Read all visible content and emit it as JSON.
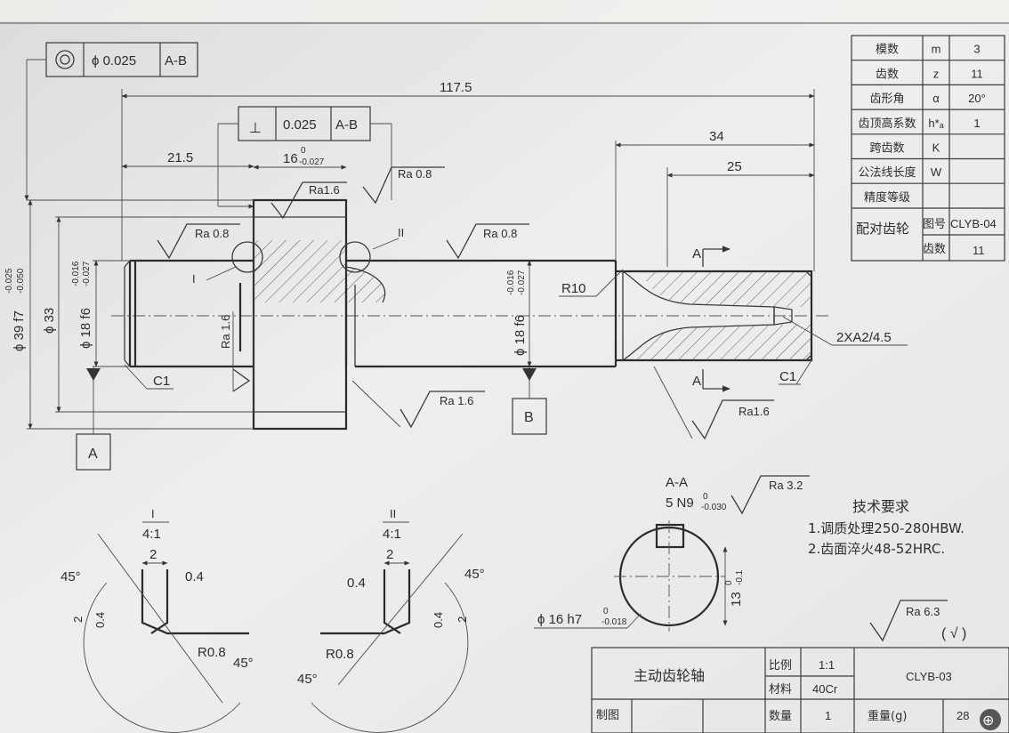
{
  "datums": {
    "a": "A",
    "b": "B"
  },
  "gdt": {
    "concentricity": {
      "value": "ϕ 0.025",
      "datum": "A-B"
    },
    "perpendicularity": {
      "symbol": "⊥",
      "value": "0.025",
      "datum": "A-B"
    }
  },
  "dims": {
    "total_len": "117.5",
    "d21_5": "21.5",
    "d16": "16",
    "d16_tol_up": "0",
    "d16_tol_lo": "-0.027",
    "d34": "34",
    "d25": "25",
    "dia39": "ϕ 39 f7",
    "dia39_tol_up": "-0.025",
    "dia39_tol_lo": "-0.050",
    "dia33": "ϕ 33",
    "dia18a": "ϕ 18 f6",
    "dia18a_tol_up": "-0.016",
    "dia18a_tol_lo": "-0.027",
    "dia18b": "ϕ 18 f6",
    "dia18b_tol_up": "-0.016",
    "dia18b_tol_lo": "-0.027",
    "r10": "R10",
    "center_hole": "2XA2/4.5",
    "c1_left": "C1",
    "c1_right": "C1",
    "label_i": "I",
    "label_ii": "II",
    "aa_arrow_top": "A",
    "aa_arrow_bot": "A"
  },
  "roughness": {
    "r1": "Ra1.6",
    "r2": "Ra 0.8",
    "r3": "Ra 0.8",
    "r4": "Ra 0.8",
    "r5": "Ra 1.6",
    "r6": "Ra 1.6",
    "r7": "Ra1.6",
    "r8": "Ra 3.2",
    "general": "Ra 6.3",
    "general_paren": "( √ )"
  },
  "detail_i": {
    "label": "I",
    "scale": "4:1",
    "dim_top": "2",
    "dim_fillet": "0.4",
    "dim_side": "2",
    "dim_side2": "0.4",
    "angle_a": "45°",
    "angle_b": "45°",
    "radius": "R0.8"
  },
  "detail_ii": {
    "label": "II",
    "scale": "4:1",
    "dim_top": "2",
    "dim_fillet": "0.4",
    "dim_side": "2",
    "dim_side2": "0.4",
    "angle_a": "45°",
    "angle_b": "45°",
    "radius": "R0.8"
  },
  "section": {
    "title": "A-A",
    "keyway": "5 N9",
    "keyway_tol_up": "0",
    "keyway_tol_lo": "-0.030",
    "depth": "13",
    "depth_tol_up": "0",
    "depth_tol_lo": "-0.1",
    "diameter": "ϕ 16 h7",
    "diameter_tol_up": "0",
    "diameter_tol_lo": "-0.018"
  },
  "tech_req": {
    "title": "技术要求",
    "line1": "1.调质处理250-280HBW.",
    "line2": "2.齿面淬火48-52HRC."
  },
  "gear_table": [
    {
      "name": "模数",
      "sym": "m",
      "val": "3"
    },
    {
      "name": "齿数",
      "sym": "z",
      "val": "11"
    },
    {
      "name": "齿形角",
      "sym": "α",
      "val": "20°"
    },
    {
      "name": "齿顶高系数",
      "sym": "h*ₐ",
      "val": "1"
    },
    {
      "name": "跨齿数",
      "sym": "K",
      "val": ""
    },
    {
      "name": "公法线长度",
      "sym": "W",
      "val": ""
    },
    {
      "name": "精度等级",
      "sym": "",
      "val": ""
    }
  ],
  "mating": {
    "label": "配对齿轮",
    "drawing_no_label": "图号",
    "drawing_no": "CLYB-04",
    "teeth_label": "齿数",
    "teeth": "11"
  },
  "title_block": {
    "part_name": "主动齿轮轴",
    "scale_label": "比例",
    "scale": "1:1",
    "material_label": "材料",
    "material": "40Cr",
    "qty_label": "数量",
    "qty": "1",
    "weight_label": "重量(g)",
    "weight": "28",
    "drawing_no": "CLYB-03",
    "drawn_label": "制图"
  },
  "ui": {
    "zoom_icon": "⊕"
  }
}
